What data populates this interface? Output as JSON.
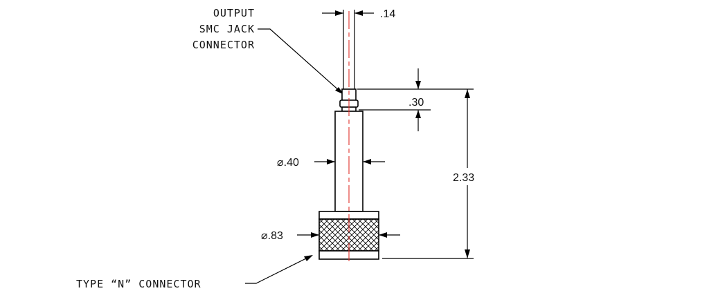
{
  "callouts": {
    "output_line1": "OUTPUT",
    "output_line2": "SMC JACK",
    "output_line3": "CONNECTOR",
    "type_n": "TYPE “N” CONNECTOR"
  },
  "dimensions": {
    "pin_width": ".14",
    "smc_height": ".30",
    "body_diameter": "⌀.40",
    "n_diameter": "⌀.83",
    "overall_length": "2.33"
  },
  "colors": {
    "linework": "#000000",
    "centerline": "#e0302a"
  }
}
